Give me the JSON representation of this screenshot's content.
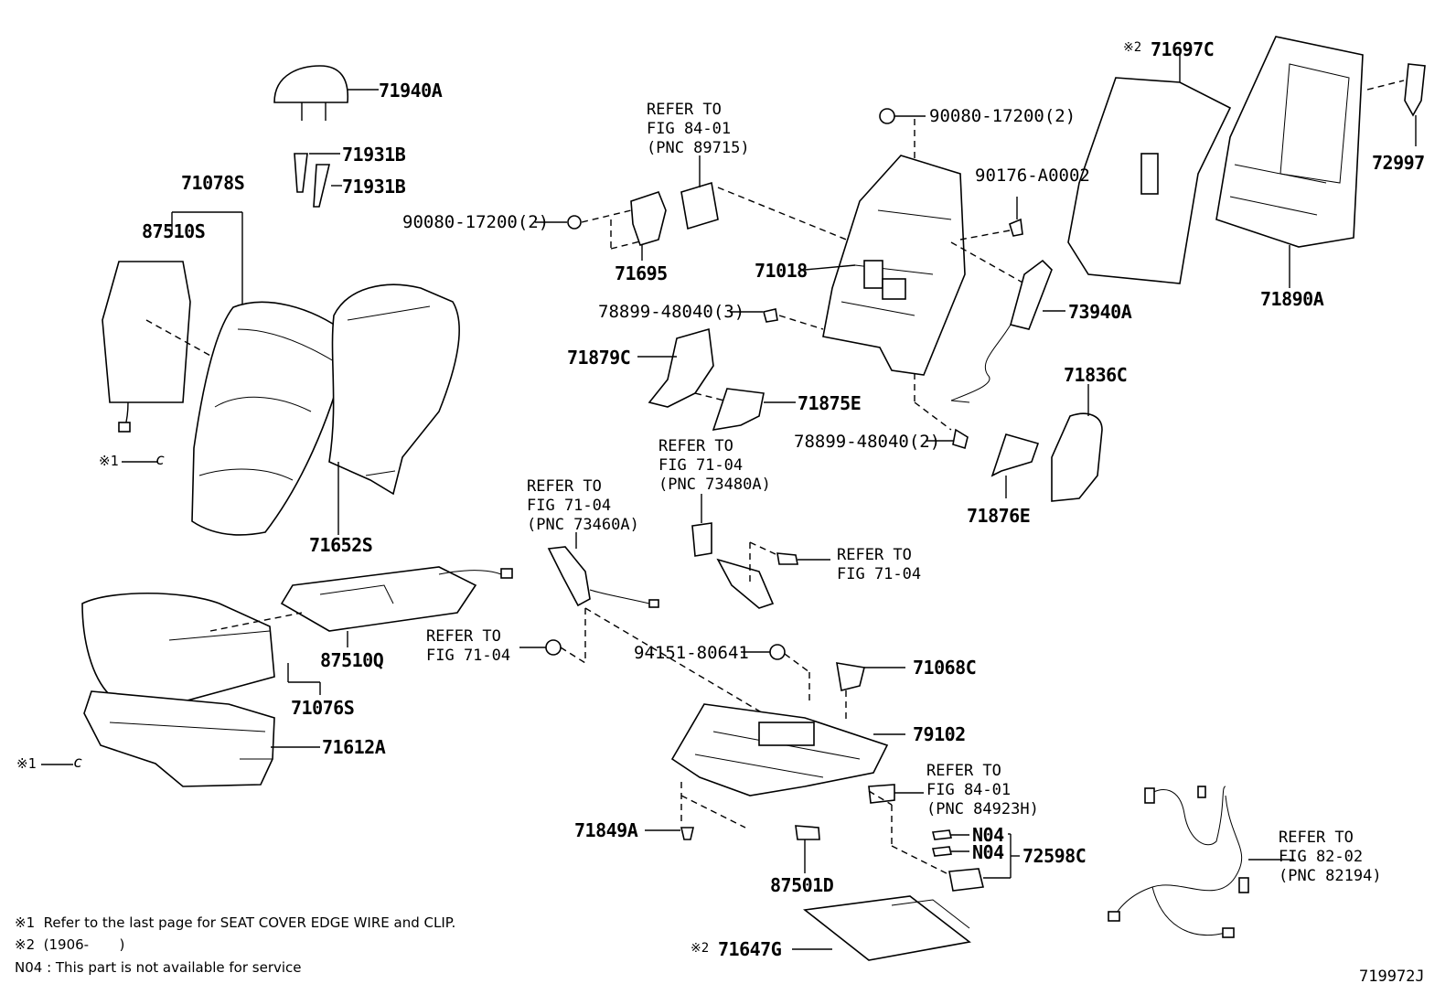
{
  "parts": {
    "p71940A": "71940A",
    "p71931B_1": "71931B",
    "p71931B_2": "71931B",
    "p71078S": "71078S",
    "p87510S": "87510S",
    "p71652S": "71652S",
    "p87510Q": "87510Q",
    "p71076S": "71076S",
    "p71612A": "71612A",
    "p71695": "71695",
    "p90080_a": "90080-17200(2)",
    "p90080_b": "90080-17200(2)",
    "p90176": "90176-A0002",
    "p71018": "71018",
    "p78899_3": "78899-48040(3)",
    "p78899_2": "78899-48040(2)",
    "p71879C": "71879C",
    "p71875E": "71875E",
    "p73940A": "73940A",
    "p71697C": "71697C",
    "p71890A": "71890A",
    "p72997": "72997",
    "p71836C": "71836C",
    "p71876E": "71876E",
    "p94151": "94151-80641",
    "p71068C": "71068C",
    "p79102": "79102",
    "p71849A": "71849A",
    "p87501D": "87501D",
    "pN04_1": "N04",
    "pN04_2": "N04",
    "p72598C": "72598C",
    "p71647G": "71647G"
  },
  "marks": {
    "x1_a": "※1",
    "x1_b": "※1",
    "x2_a": "※2",
    "x2_b": "※2"
  },
  "refs": {
    "r_fig8401_89715": "REFER TO\nFIG 84-01\n(PNC 89715)",
    "r_fig7104_73480A": "REFER TO\nFIG 71-04\n(PNC 73480A)",
    "r_fig7104_73460A": "REFER TO\nFIG 71-04\n(PNC 73460A)",
    "r_fig7104_a": "REFER TO\nFIG 71-04",
    "r_fig7104_b": "REFER TO\nFIG 71-04",
    "r_fig8401_84923H": "REFER TO\nFIG 84-01\n(PNC 84923H)",
    "r_fig8202_82194": "REFER TO\nFIG 82-02\n(PNC 82194)"
  },
  "notes": {
    "n1": "※1  Refer to the last page for SEAT COVER EDGE WIRE and CLIP.",
    "n2": "※2  (1906-       )",
    "n3": "N04 : This part is not available for service"
  },
  "figure_id": "719972J"
}
